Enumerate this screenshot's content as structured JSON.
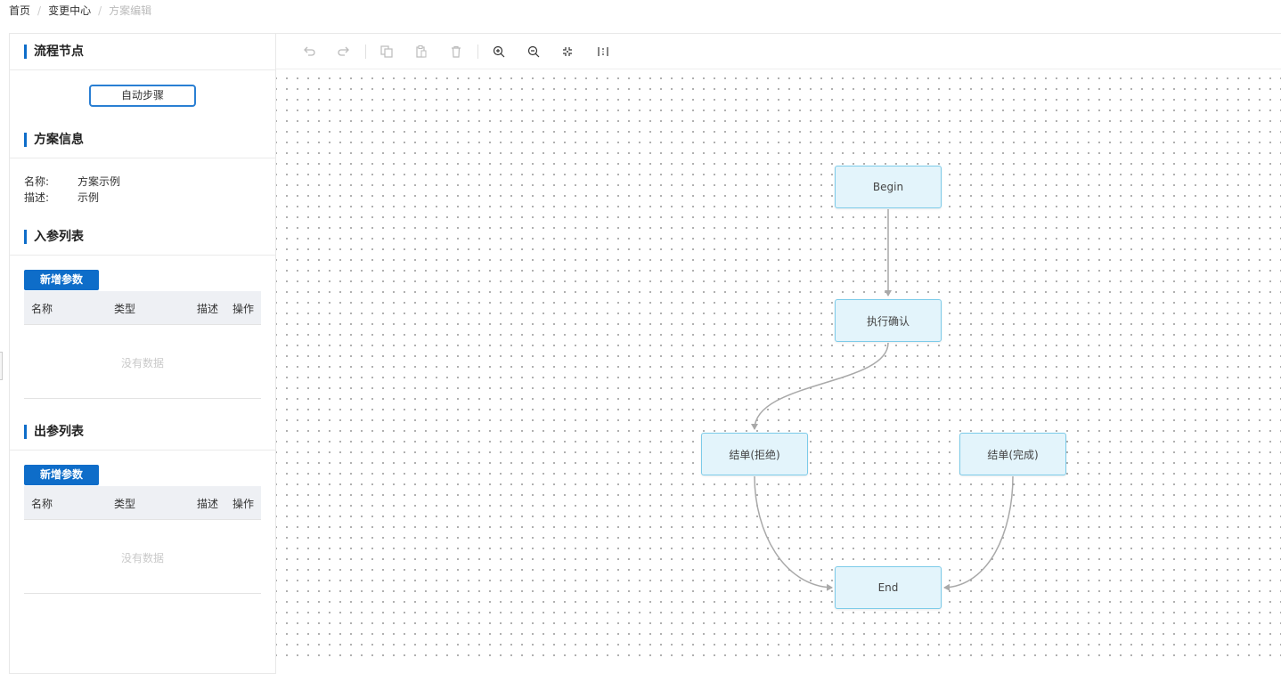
{
  "breadcrumb": {
    "home": "首页",
    "center": "变更中心",
    "current": "方案编辑",
    "separator": "/"
  },
  "sidebar": {
    "flow_nodes_title": "流程节点",
    "auto_step_label": "自动步骤",
    "plan_info_title": "方案信息",
    "name_key": "名称:",
    "name_value": "方案示例",
    "desc_key": "描述:",
    "desc_value": "示例",
    "input_params": {
      "title": "入参列表",
      "add_label": "新增参数",
      "columns": [
        "名称",
        "类型",
        "描述",
        "操作"
      ],
      "empty": "没有数据"
    },
    "output_params": {
      "title": "出参列表",
      "add_label": "新增参数",
      "columns": [
        "名称",
        "类型",
        "描述",
        "操作"
      ],
      "empty": "没有数据"
    }
  },
  "toolbar": {
    "icons": [
      "undo-icon",
      "redo-icon",
      "copy-icon",
      "paste-icon",
      "delete-icon",
      "zoom-in-icon",
      "zoom-out-icon",
      "fit-view-icon",
      "actual-size-icon"
    ]
  },
  "flow": {
    "nodes": {
      "begin": "Begin",
      "confirm": "执行确认",
      "reject": "结单(拒绝)",
      "complete": "结单(完成)",
      "end": "End"
    }
  },
  "colors": {
    "accent": "#0e6dc9",
    "node_fill": "#e3f4fb",
    "node_border": "#7ccbe9",
    "edge": "#a9a9a9"
  }
}
